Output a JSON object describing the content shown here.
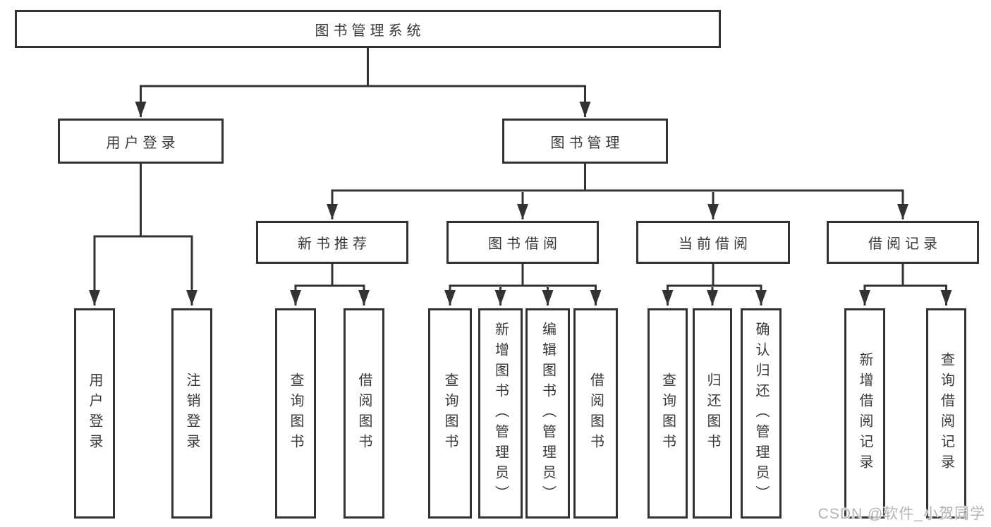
{
  "colors": {
    "line": "#333333",
    "text": "#3a3a3a",
    "background": "#ffffff",
    "watermark": "#b3b3b3"
  },
  "watermark": {
    "text": "CSDN @软件_小贺同学"
  },
  "tree": {
    "root": {
      "label": "图书管理系统"
    },
    "branches": [
      {
        "label": "用户登录",
        "children": [
          {
            "label": "用户登录"
          },
          {
            "label": "注销登录"
          }
        ]
      },
      {
        "label": "图书管理",
        "children": [
          {
            "label": "新书推荐",
            "children": [
              {
                "label": "查询图书"
              },
              {
                "label": "借阅图书"
              }
            ]
          },
          {
            "label": "图书借阅",
            "children": [
              {
                "label": "查询图书"
              },
              {
                "label": "新增图书（管理员）"
              },
              {
                "label": "编辑图书（管理员）"
              },
              {
                "label": "借阅图书"
              }
            ]
          },
          {
            "label": "当前借阅",
            "children": [
              {
                "label": "查询图书"
              },
              {
                "label": "归还图书"
              },
              {
                "label": "确认归还（管理员）"
              }
            ]
          },
          {
            "label": "借阅记录",
            "children": [
              {
                "label": "新增借阅记录"
              },
              {
                "label": "查询借阅记录"
              }
            ]
          }
        ]
      }
    ]
  }
}
